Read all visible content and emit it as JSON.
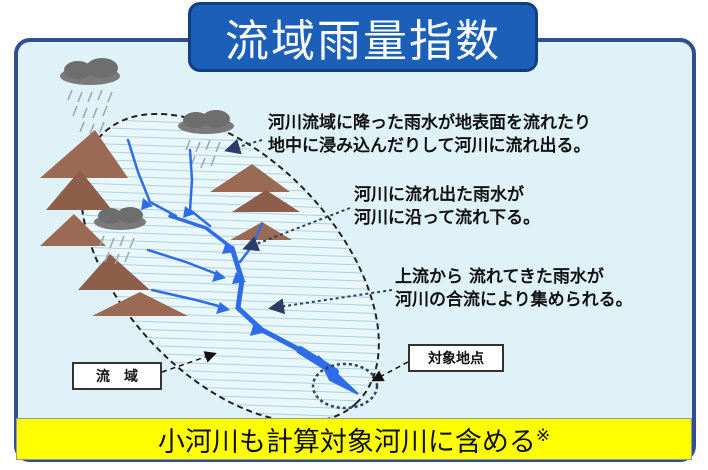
{
  "title": "流域雨量指数",
  "notes": [
    {
      "lines": [
        "河川流域に降った雨水が地表面を流れたり",
        "地中に浸み込んだりして河川に流れ出る。"
      ]
    },
    {
      "lines": [
        "河川に流れ出た雨水が",
        "河川に沿って流れ下る。"
      ]
    },
    {
      "lines": [
        "上流から 流れてきた雨水が",
        "河川の合流により集められる。"
      ]
    }
  ],
  "labels": {
    "basin": "流　域",
    "target_point": "対象地点"
  },
  "footer": {
    "text": "小河川も計算対象河川に含める",
    "mark": "※"
  },
  "colors": {
    "title_bg": "#1c5fb8",
    "panel_border": "#2f4f8f",
    "panel_bg": "#dff2f8",
    "river": "#2f6de8",
    "mountain": "#9b6a54",
    "footer_bg": "#ffff00"
  }
}
